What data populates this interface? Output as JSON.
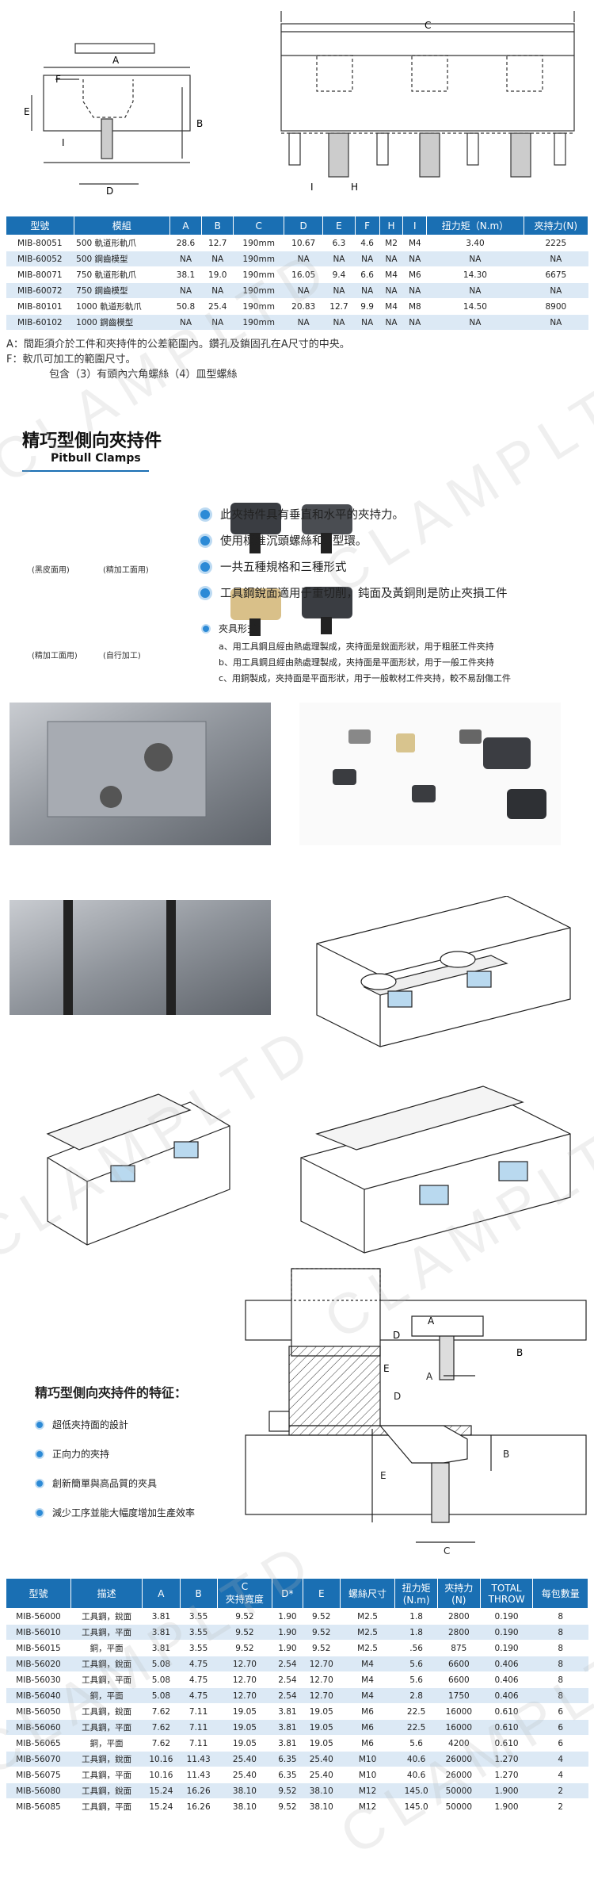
{
  "watermark": "CLAMPLTD",
  "top_table": {
    "headers": [
      "型號",
      "模組",
      "A",
      "B",
      "C",
      "D",
      "E",
      "F",
      "H",
      "I",
      "扭力矩（N.m）",
      "夾持力(N)"
    ],
    "rows": [
      [
        "MIB-80051",
        "500 軌道形軌爪",
        "28.6",
        "12.7",
        "190mm",
        "10.67",
        "6.3",
        "4.6",
        "M2",
        "M4",
        "3.40",
        "2225"
      ],
      [
        "MIB-60052",
        "500 鋼齒模型",
        "NA",
        "NA",
        "190mm",
        "NA",
        "NA",
        "NA",
        "NA",
        "NA",
        "NA",
        "NA"
      ],
      [
        "MIB-80071",
        "750 軌道形軌爪",
        "38.1",
        "19.0",
        "190mm",
        "16.05",
        "9.4",
        "6.6",
        "M4",
        "M6",
        "14.30",
        "6675"
      ],
      [
        "MIB-60072",
        "750 鋼齒模型",
        "NA",
        "NA",
        "190mm",
        "NA",
        "NA",
        "NA",
        "NA",
        "NA",
        "NA",
        "NA"
      ],
      [
        "MIB-80101",
        "1000 軌道形軌爪",
        "50.8",
        "25.4",
        "190mm",
        "20.83",
        "12.7",
        "9.9",
        "M4",
        "M8",
        "14.50",
        "8900"
      ],
      [
        "MIB-60102",
        "1000 鋼齒模型",
        "NA",
        "NA",
        "190mm",
        "NA",
        "NA",
        "NA",
        "NA",
        "NA",
        "NA",
        "NA"
      ]
    ]
  },
  "notes": [
    "A：間距須介於工件和夾持件的公差範圍內。鑽孔及鎖固孔在A尺寸的中央。",
    "F：軟爪可加工的範圍尺寸。",
    "包含（3）有頭內六角螺絲（4）皿型螺絲"
  ],
  "diagram_labels": {
    "a": "A",
    "b": "B",
    "c": "C",
    "d": "D",
    "e": "E",
    "f": "F",
    "h": "H",
    "i": "I"
  },
  "section": {
    "title_cn": "精巧型側向夾持件",
    "title_en": "Pitbull Clamps",
    "bullets": [
      "此夾持件具有垂直和水平的夾持力。",
      "使用標准沉頭螺絲和O型環。",
      "一共五種規格和三種形式",
      "工具鋼銳面適用于重切削，鈍面及黃銅則是防止夾損工件"
    ],
    "sub_title": "夾具形式：",
    "sub_items": [
      "a、用工具鋼且經由熱處理製成，夾持面是銳面形狀，用于粗胚工件夾持",
      "b、用工具鋼且經由熱處理製成，夾持面是平面形狀，用于一般工件夾持",
      "c、用銅製成，夾持面是平面形狀，用于一般軟材工件夾持，較不易刮傷工件"
    ],
    "thumb_captions": [
      "(黑皮面用)",
      "(精加工面用)",
      "(精加工面用)",
      "(自行加工)"
    ]
  },
  "features": {
    "title": "精巧型側向夾持件的特征：",
    "items": [
      "超低夾持面的設計",
      "正向力的夾持",
      "創新簡單與高品質的夾具",
      "減少工序並能大幅度增加生產效率"
    ]
  },
  "bottom_table": {
    "headers": [
      "型號",
      "描述",
      "A",
      "B",
      "C\n夾持寬度",
      "D*",
      "E",
      "螺絲尺寸",
      "扭力矩\n(N.m)",
      "夾持力\n(N)",
      "TOTAL\nTHROW",
      "每包數量"
    ],
    "rows": [
      [
        "MIB-56000",
        "工具鋼，銳面",
        "3.81",
        "3.55",
        "9.52",
        "1.90",
        "9.52",
        "M2.5",
        "1.8",
        "2800",
        "0.190",
        "8"
      ],
      [
        "MIB-56010",
        "工具鋼，平面",
        "3.81",
        "3.55",
        "9.52",
        "1.90",
        "9.52",
        "M2.5",
        "1.8",
        "2800",
        "0.190",
        "8"
      ],
      [
        "MIB-56015",
        "銅，平面",
        "3.81",
        "3.55",
        "9.52",
        "1.90",
        "9.52",
        "M2.5",
        ".56",
        "875",
        "0.190",
        "8"
      ],
      [
        "MIB-56020",
        "工具鋼，銳面",
        "5.08",
        "4.75",
        "12.70",
        "2.54",
        "12.70",
        "M4",
        "5.6",
        "6600",
        "0.406",
        "8"
      ],
      [
        "MIB-56030",
        "工具鋼，平面",
        "5.08",
        "4.75",
        "12.70",
        "2.54",
        "12.70",
        "M4",
        "5.6",
        "6600",
        "0.406",
        "8"
      ],
      [
        "MIB-56040",
        "銅，平面",
        "5.08",
        "4.75",
        "12.70",
        "2.54",
        "12.70",
        "M4",
        "2.8",
        "1750",
        "0.406",
        "8"
      ],
      [
        "MIB-56050",
        "工具鋼，銳面",
        "7.62",
        "7.11",
        "19.05",
        "3.81",
        "19.05",
        "M6",
        "22.5",
        "16000",
        "0.610",
        "6"
      ],
      [
        "MIB-56060",
        "工具鋼，平面",
        "7.62",
        "7.11",
        "19.05",
        "3.81",
        "19.05",
        "M6",
        "22.5",
        "16000",
        "0.610",
        "6"
      ],
      [
        "MIB-56065",
        "銅，平面",
        "7.62",
        "7.11",
        "19.05",
        "3.81",
        "19.05",
        "M6",
        "5.6",
        "4200",
        "0.610",
        "6"
      ],
      [
        "MIB-56070",
        "工具鋼，銳面",
        "10.16",
        "11.43",
        "25.40",
        "6.35",
        "25.40",
        "M10",
        "40.6",
        "26000",
        "1.270",
        "4"
      ],
      [
        "MIB-56075",
        "工具鋼，平面",
        "10.16",
        "11.43",
        "25.40",
        "6.35",
        "25.40",
        "M10",
        "40.6",
        "26000",
        "1.270",
        "4"
      ],
      [
        "MIB-56080",
        "工具鋼，銳面",
        "15.24",
        "16.26",
        "38.10",
        "9.52",
        "38.10",
        "M12",
        "145.0",
        "50000",
        "1.900",
        "2"
      ],
      [
        "MIB-56085",
        "工具鋼，平面",
        "15.24",
        "16.26",
        "38.10",
        "9.52",
        "38.10",
        "M12",
        "145.0",
        "50000",
        "1.900",
        "2"
      ]
    ]
  },
  "colors": {
    "header_blue": "#1a6fb3",
    "row_alt": "#dce9f5",
    "dot_blue": "#2c8ad6",
    "clamp_blue": "#b9d9ef"
  }
}
